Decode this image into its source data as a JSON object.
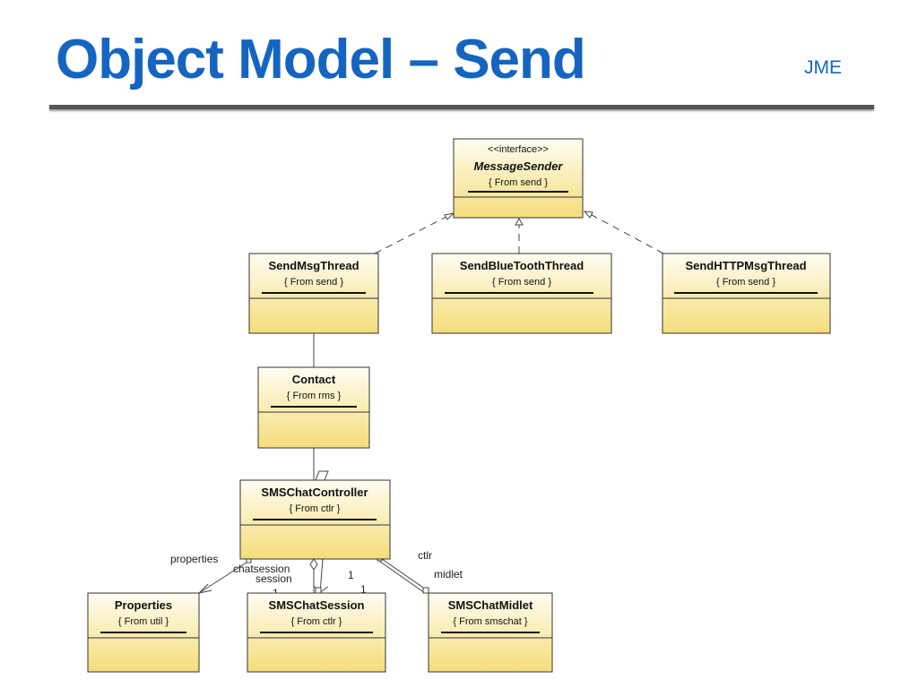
{
  "slide": {
    "title": "Object Model – Send",
    "tag": "JME"
  },
  "classes": {
    "message_sender": {
      "stereotype": "<<interface>>",
      "name": "MessageSender",
      "package": "{ From send }"
    },
    "send_msg_thread": {
      "name": "SendMsgThread",
      "package": "{ From send }"
    },
    "send_bluetooth_thread": {
      "name": "SendBlueToothThread",
      "package": "{ From send }"
    },
    "send_http_msg_thread": {
      "name": "SendHTTPMsgThread",
      "package": "{ From send }"
    },
    "contact": {
      "name": "Contact",
      "package": "{ From rms }"
    },
    "sms_chat_controller": {
      "name": "SMSChatController",
      "package": "{ From ctlr }"
    },
    "properties": {
      "name": "Properties",
      "package": "{ From util }"
    },
    "sms_chat_session": {
      "name": "SMSChatSession",
      "package": "{ From ctlr }"
    },
    "sms_chat_midlet": {
      "name": "SMSChatMidlet",
      "package": "{ From smschat }"
    }
  },
  "labels": {
    "properties": "properties",
    "chatsession": "chatsession",
    "session": "session",
    "one_a": "1",
    "one_b": "1",
    "one_c": "1",
    "ctlr": "ctlr",
    "midlet": "midlet"
  },
  "colors": {
    "title": "#1565C0",
    "box_top": "#fefdf2",
    "box_bottom": "#f5dd7a",
    "border": "#333333"
  }
}
